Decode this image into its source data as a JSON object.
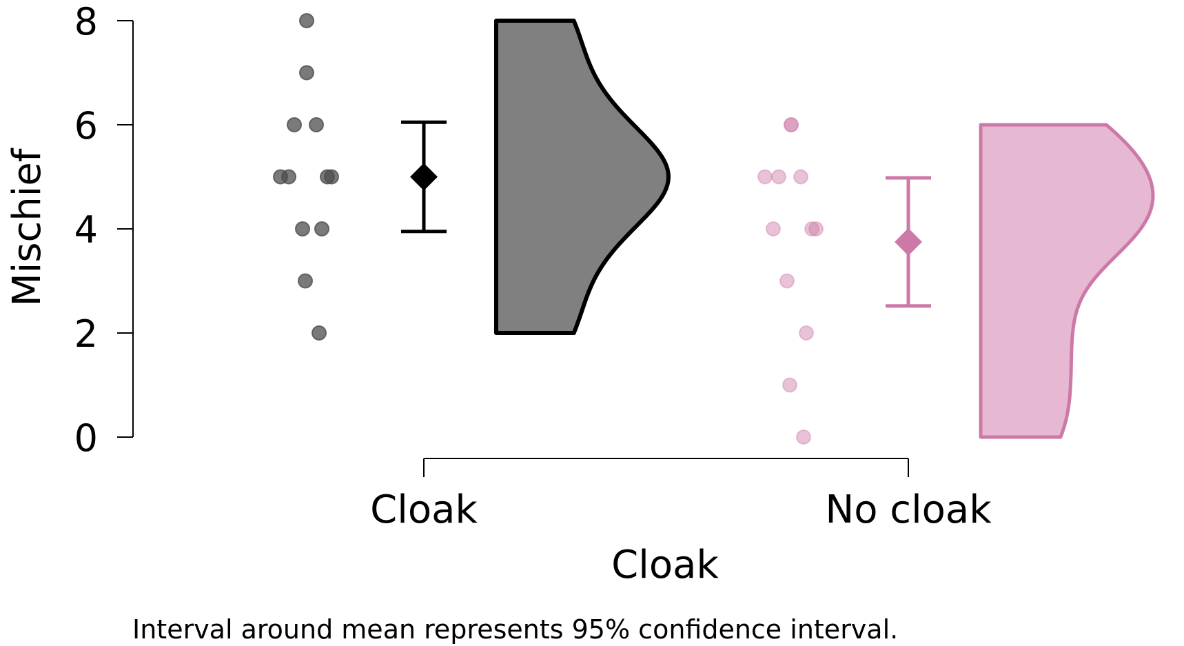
{
  "chart_data": {
    "type": "raincloud",
    "ylabel": "Mischief",
    "xlabel": "Cloak",
    "ylim": [
      0,
      8
    ],
    "yticks": [
      0,
      2,
      4,
      6,
      8
    ],
    "grid": false,
    "footnote": "Interval around mean represents 95% confidence interval.",
    "groups": [
      {
        "name": "Cloak",
        "color": "#000000",
        "fill": "#808080",
        "point_color": "#4d4d4d",
        "points": [
          8,
          7,
          6,
          6,
          5,
          5,
          5,
          5,
          4,
          4,
          3,
          2
        ],
        "mean": 5.0,
        "ci": [
          3.95,
          6.05
        ],
        "density_range": [
          2,
          8
        ]
      },
      {
        "name": "No cloak",
        "color": "#cc79a7",
        "fill": "#e6b8d2",
        "point_color": "#cc79a7",
        "points": [
          6,
          6,
          5,
          5,
          5,
          4,
          4,
          4,
          3,
          2,
          1,
          0
        ],
        "mean": 3.75,
        "ci": [
          2.52,
          4.98
        ],
        "density_range": [
          0,
          6
        ]
      }
    ]
  }
}
